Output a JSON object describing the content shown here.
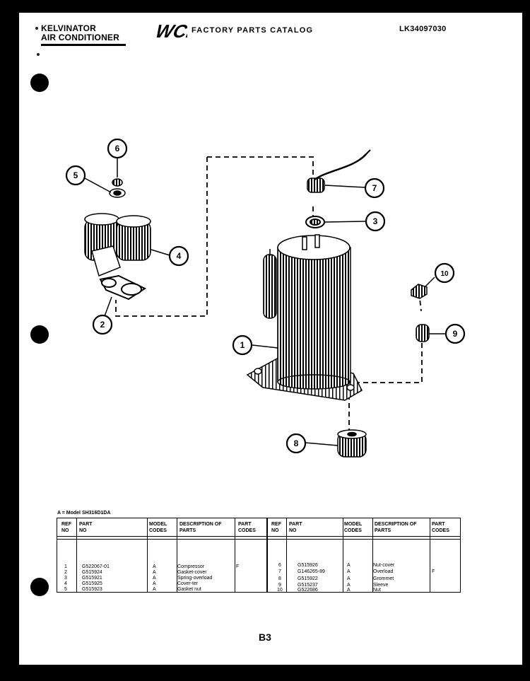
{
  "header": {
    "brand_line1": "KELVINATOR",
    "brand_line2": "AIR CONDITIONER",
    "logo_text": "WCI",
    "catalog_title": "FACTORY PARTS CATALOG",
    "catalog_number": "LK34097030"
  },
  "callouts": [
    {
      "ref": "1"
    },
    {
      "ref": "2"
    },
    {
      "ref": "3"
    },
    {
      "ref": "4"
    },
    {
      "ref": "5"
    },
    {
      "ref": "6"
    },
    {
      "ref": "7"
    },
    {
      "ref": "8"
    },
    {
      "ref": "9"
    },
    {
      "ref": "10"
    }
  ],
  "legend": "A = Model SH316D1DA",
  "table": {
    "headers": {
      "ref_no": "REF NO",
      "part_no": "PART NO",
      "model_codes": "MODEL CODES",
      "description": "DESCRIPTION OF PARTS",
      "part_codes": "PART CODES"
    },
    "left_rows": [
      {
        "ref": "1",
        "part": "G522067-01",
        "model": "A",
        "desc": "Compressor",
        "code": "F"
      },
      {
        "ref": "2",
        "part": "G515924",
        "model": "A",
        "desc": "Gasket-cover",
        "code": ""
      },
      {
        "ref": "3",
        "part": "G515921",
        "model": "A",
        "desc": "Spring-overload",
        "code": ""
      },
      {
        "ref": "4",
        "part": "G515925",
        "model": "A",
        "desc": "Cover-ter",
        "code": ""
      },
      {
        "ref": "5",
        "part": "G515923",
        "model": "A",
        "desc": "Gasket nut",
        "code": ""
      }
    ],
    "right_rows": [
      {
        "ref": "6",
        "part": "G515926",
        "model": "A",
        "desc": "Nut-cover",
        "code": ""
      },
      {
        "ref": "7",
        "part": "G146265-89",
        "model": "A",
        "desc": "Overload",
        "code": "F"
      },
      {
        "ref": "8",
        "part": "G515922",
        "model": "A",
        "desc": "Grommet",
        "code": ""
      },
      {
        "ref": "9",
        "part": "G515237",
        "model": "A",
        "desc": "Sleeve",
        "code": ""
      },
      {
        "ref": "10",
        "part": "G522686",
        "model": "A",
        "desc": "Nut",
        "code": ""
      }
    ]
  },
  "page_number": "B3"
}
